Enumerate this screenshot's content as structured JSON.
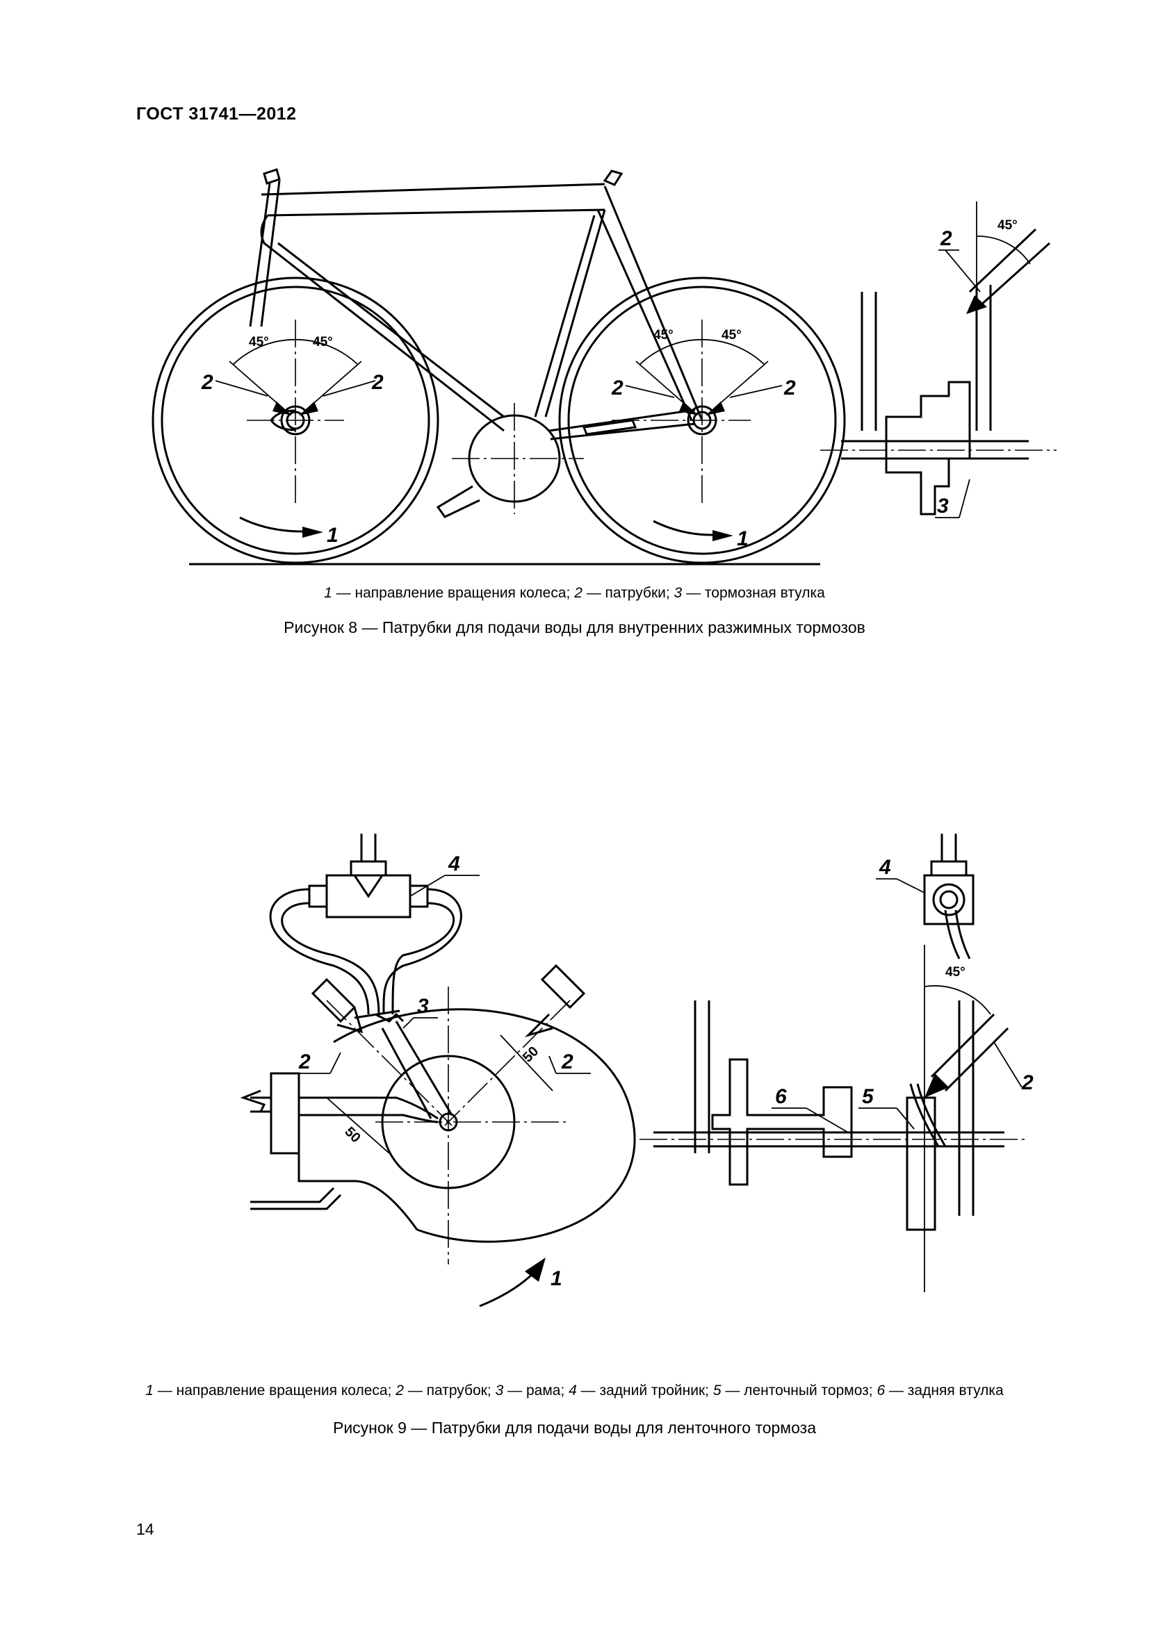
{
  "header": {
    "standard": "ГОСТ 31741—2012"
  },
  "figure8": {
    "legend": [
      {
        "num": "1",
        "text": " — направление вращения колеса; "
      },
      {
        "num": "2",
        "text": " — патрубки; "
      },
      {
        "num": "3",
        "text": " — тормозная втулка"
      }
    ],
    "caption": "Рисунок 8 — Патрубки для подачи воды для внутренних разжимных тормозов",
    "callouts": [
      "1",
      "2",
      "3"
    ],
    "angle_label": "45°"
  },
  "figure9": {
    "legend": [
      {
        "num": "1",
        "text": " — направление вращения колеса; "
      },
      {
        "num": "2",
        "text": " — патрубок; "
      },
      {
        "num": "3",
        "text": " — рама; "
      },
      {
        "num": "4",
        "text": " — задний тройник; "
      },
      {
        "num": "5",
        "text": " — ленточный тормоз; "
      },
      {
        "num": "6",
        "text": " — задняя втулка"
      }
    ],
    "caption": "Рисунок 9 — Патрубки для подачи воды для ленточного тормоза",
    "callouts": [
      "1",
      "2",
      "3",
      "4",
      "5",
      "6"
    ],
    "angle_label": "45°",
    "dimension_label": "50"
  },
  "footer": {
    "page_number": "14"
  }
}
